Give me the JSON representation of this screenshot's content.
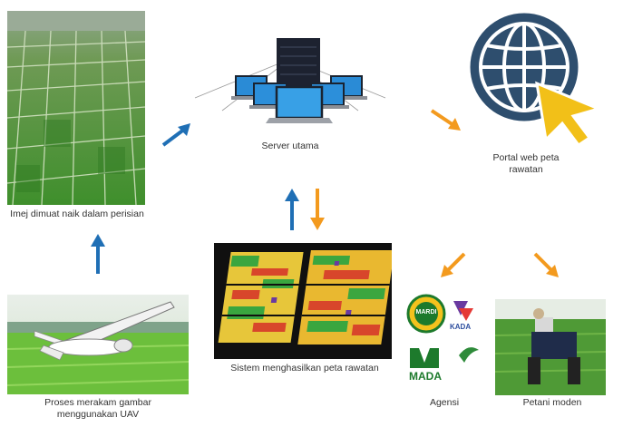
{
  "nodes": {
    "uav": {
      "label_line1": "Proses merakam gambar",
      "label_line2": "menggunakan UAV"
    },
    "upload": {
      "label": "Imej dimuat naik dalam perisian"
    },
    "server": {
      "label": "Server utama"
    },
    "portal": {
      "label_line1": "Portal web peta",
      "label_line2": "rawatan"
    },
    "system": {
      "label": "Sistem menghasilkan peta rawatan"
    },
    "agency": {
      "label": "Agensi",
      "logos": [
        "MARDI",
        "KADA",
        "MADA"
      ]
    },
    "farmer": {
      "label": "Petani moden"
    }
  },
  "colors": {
    "blue_arrow": "#1f6fb5",
    "orange_arrow": "#f39a1e",
    "globe": "#2e4e6e",
    "cursor": "#f2c018"
  }
}
